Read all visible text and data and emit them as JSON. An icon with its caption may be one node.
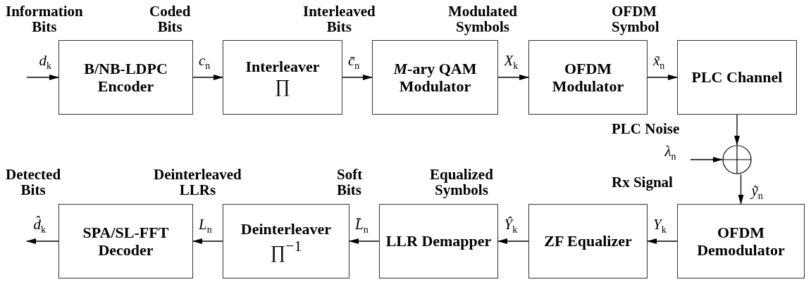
{
  "diagram": {
    "nodes": [
      {
        "text": [
          "B/NB-LDPC Encoder"
        ]
      },
      {
        "text": [
          "Interleaver",
          "∏"
        ]
      },
      {
        "text": [
          "*M*-ary QAM Modulator"
        ]
      },
      {
        "text": [
          "OFDM Modulator"
        ]
      },
      {
        "text": [
          "PLC Channel"
        ]
      },
      {
        "text": [],
        "shape": "circle"
      },
      {
        "text": [
          "OFDM Demodulator"
        ]
      },
      {
        "text": [
          "ZF Equalizer"
        ]
      },
      {
        "text": [
          "LLR Demapper"
        ]
      },
      {
        "text": [
          "Deinterleaver",
          "∏$^{−1}$"
        ]
      },
      {
        "text": [
          "SPA/SL-FFT Decoder"
        ]
      }
    ],
    "edges": [
      {
        "from": null,
        "to": 0,
        "arrow": "to",
        "label": "*d*$_{k}$"
      },
      {
        "from": 0,
        "to": 1,
        "arrow": "to",
        "label": "*c*$_{n}$"
      },
      {
        "from": 1,
        "to": 2,
        "arrow": "to",
        "label": "*c̄*$_{n}$"
      },
      {
        "from": 2,
        "to": 3,
        "arrow": "to",
        "label": "*X*$_{k}$"
      },
      {
        "from": 3,
        "to": 4,
        "arrow": "to",
        "label": "*x̃*$_{n}$"
      },
      {
        "from": 4,
        "to": 5,
        "arrow": "to"
      },
      {
        "from": null,
        "to": 5,
        "arrow": "to",
        "label": "*λ*$_{n}$"
      },
      {
        "from": 5,
        "to": 6,
        "arrow": "to",
        "label": "*ỹ*$_{n}$"
      },
      {
        "from": 6,
        "to": 7,
        "arrow": "to",
        "label": "*Y*$_{k}$"
      },
      {
        "from": 7,
        "to": 8,
        "arrow": "to",
        "label": "*Ŷ*$_{k}$"
      },
      {
        "from": 8,
        "to": 9,
        "arrow": "to",
        "label": "*L̄*$_{n}$"
      },
      {
        "from": 9,
        "to": 10,
        "arrow": "to",
        "label": "*L*$_{n}$"
      },
      {
        "from": 10,
        "to": null,
        "arrow": "to",
        "label": "*d̂*$_{k}$"
      }
    ],
    "labels": [
      "Information Bits",
      "Coded Bits",
      "Interleaved Bits",
      "Modulated Symbols",
      "OFDM Symbol",
      "PLC Noise",
      "Rx Signal",
      "Detected Bits",
      "Deinterleaved LLRs",
      "Soft Bits",
      "Equalized Symbols"
    ]
  }
}
